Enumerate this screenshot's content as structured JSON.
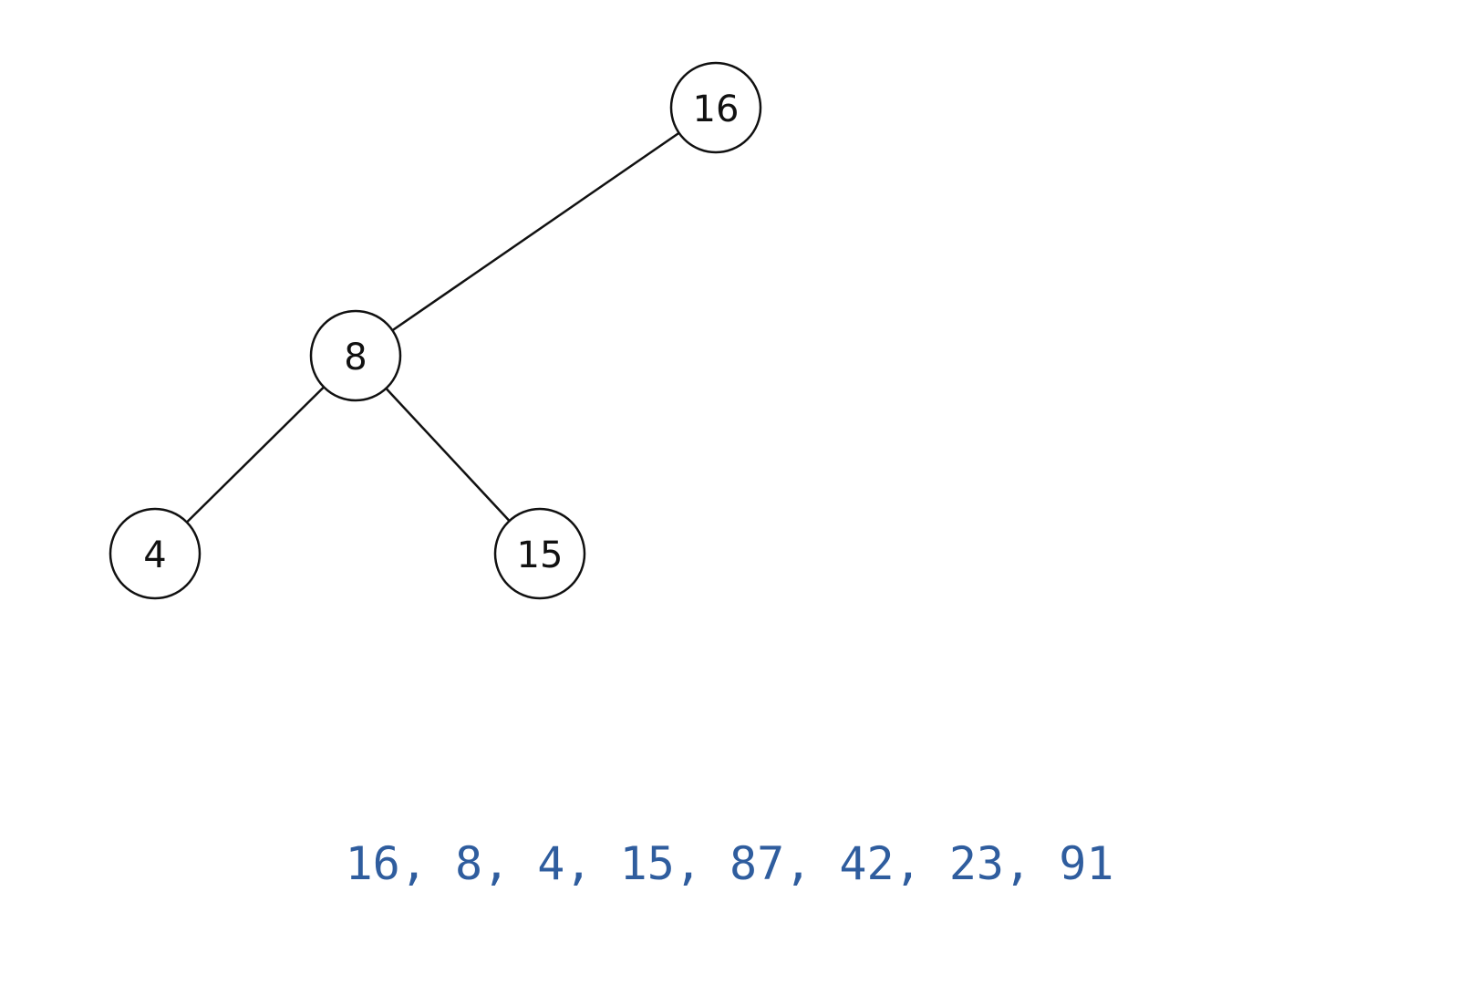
{
  "tree": {
    "nodes": [
      {
        "id": "n16",
        "label": "16"
      },
      {
        "id": "n8",
        "label": "8"
      },
      {
        "id": "n4",
        "label": "4"
      },
      {
        "id": "n15",
        "label": "15"
      }
    ],
    "edges": [
      {
        "from": "n16",
        "to": "n8"
      },
      {
        "from": "n8",
        "to": "n4"
      },
      {
        "from": "n8",
        "to": "n15"
      }
    ]
  },
  "sequence": {
    "text": "16, 8, 4, 15, 87, 42, 23, 91",
    "color": "#2f5d9e"
  },
  "colors": {
    "stroke": "#111111",
    "background": "#ffffff"
  }
}
